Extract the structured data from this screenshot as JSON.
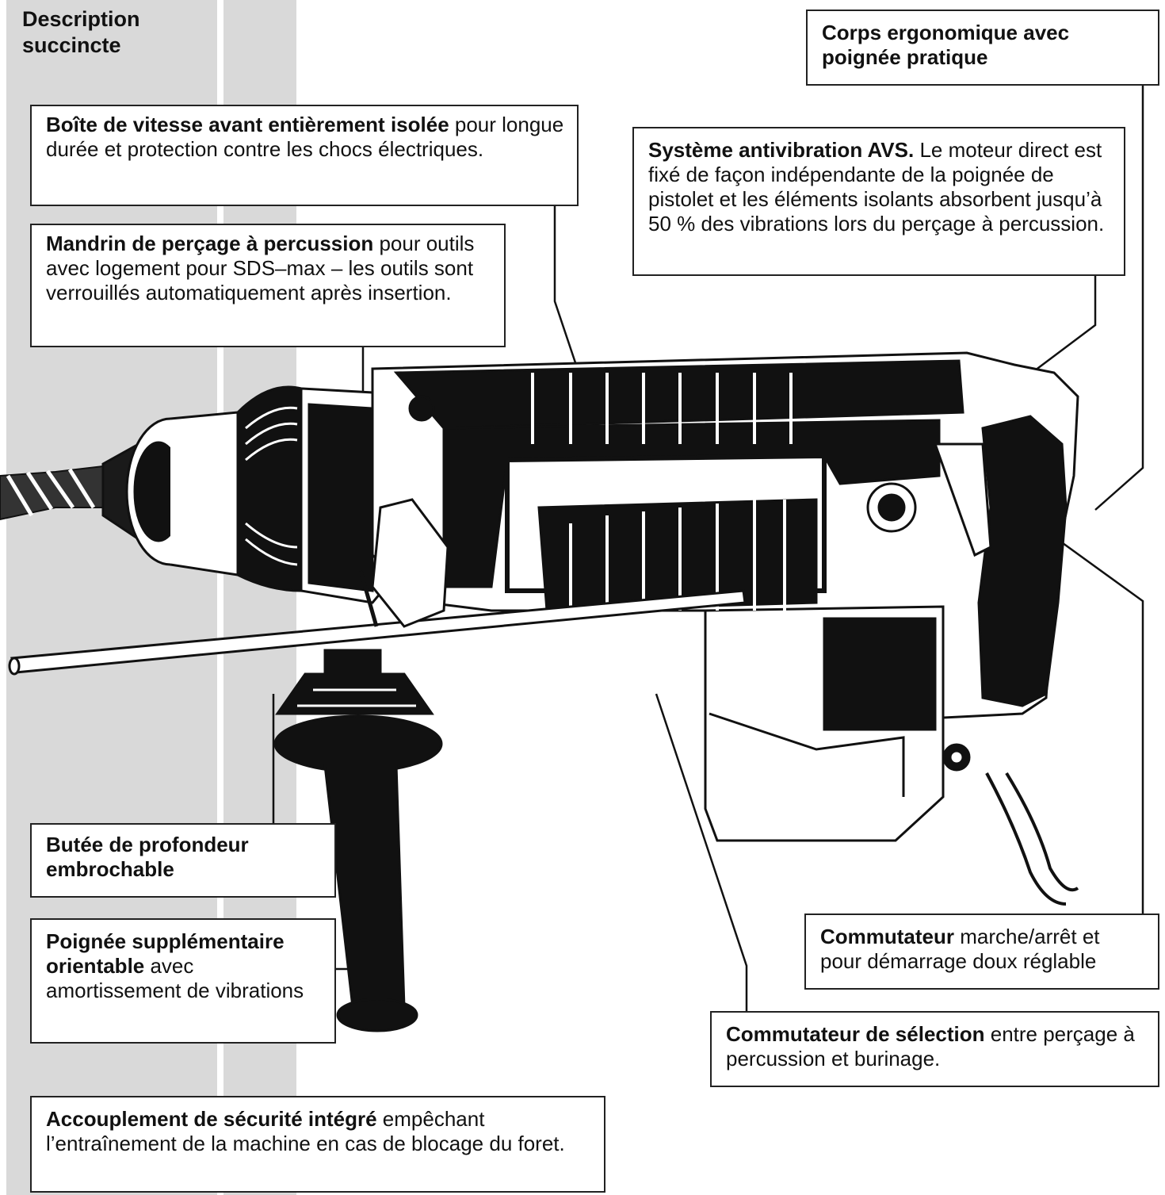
{
  "colors": {
    "stripe": "#d9d9d9",
    "ink": "#111111",
    "paper": "#ffffff"
  },
  "heading": "Description succincte",
  "illustration": {
    "icon": "rotary-hammer-drill-icon"
  },
  "labels": {
    "gearbox": {
      "bold": "Boîte de vitesse avant entièrement isolée",
      "text": " pour longue durée et protection contre les chocs électriques."
    },
    "chuck": {
      "bold": "Mandrin de perçage à percussion",
      "text": " pour outils avec logement pour SDS–max – les outils sont verrouillés automatiquement après insertion."
    },
    "body": {
      "bold": "Corps ergonomique avec poignée pratique",
      "text": ""
    },
    "avs": {
      "bold": "Système antivibration AVS.",
      "text": " Le moteur direct est fixé de façon indépendante de la poignée de pistolet et les éléments isolants absorbent jusqu’à 50 % des vibrations lors du perçage à percussion."
    },
    "depthstop": {
      "bold": "Butée de profondeur embrochable",
      "text": ""
    },
    "handle": {
      "bold": "Poignée supplémentaire orientable",
      "text": " avec amortissement de vibrations"
    },
    "onoff": {
      "bold": "Commutateur",
      "text": " marche/arrêt et pour démarrage doux réglable"
    },
    "selector": {
      "bold": "Commutateur de sélection",
      "text": " entre perçage à percussion et burinage."
    },
    "clutch": {
      "bold": "Accouplement de sécurité intégré",
      "text": " empêchant l’entraînement de la machine en cas de blocage du foret."
    }
  }
}
